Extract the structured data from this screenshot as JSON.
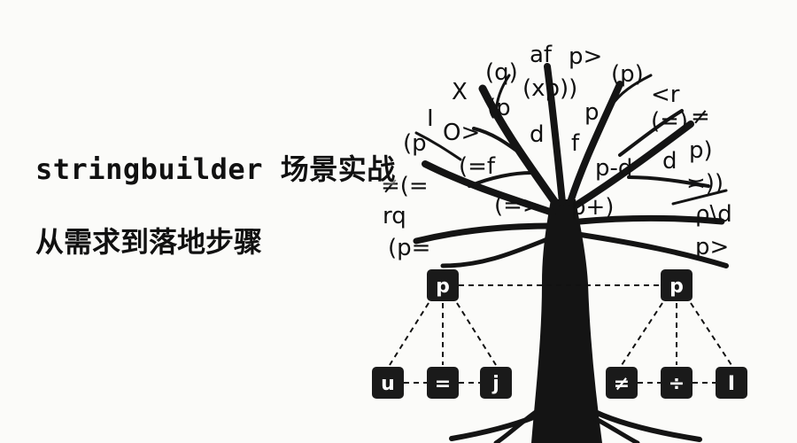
{
  "title_line_1": "stringbuilder 场景实战",
  "title_line_2": "从需求到落地步骤",
  "canopy_symbols": [
    "(q)",
    "af",
    "p>",
    "(p)",
    "X",
    "(xp))",
    "(p",
    "<r",
    "I",
    "p",
    "(=)",
    "≠",
    "O>",
    "d",
    "f",
    "p)",
    "(p",
    "(=f",
    "p-d",
    "d",
    "≠(=",
    "(=>",
    "p+)",
    "≍))",
    "rq",
    "ρ\\d",
    "(p=",
    "p>"
  ],
  "tree_nodes": {
    "left_parent": "p",
    "right_parent": "p",
    "left_children": [
      "u",
      "=",
      "j"
    ],
    "right_children": [
      "≠",
      "÷",
      "I"
    ]
  },
  "colors": {
    "background": "#fbfbf9",
    "ink": "#111111",
    "node_fill": "#1a1a1a",
    "node_text": "#ffffff"
  }
}
